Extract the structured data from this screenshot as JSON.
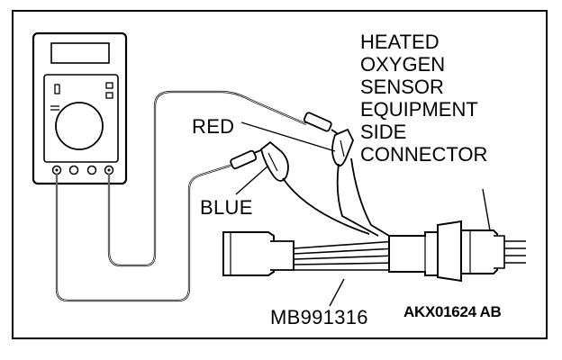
{
  "labels": {
    "sensor_lines": [
      "HEATED",
      "OXYGEN",
      "SENSOR",
      "EQUIPMENT",
      "SIDE",
      "CONNECTOR"
    ],
    "red_probe": "RED",
    "blue_probe": "BLUE",
    "harness_tool": "MB991316",
    "figure_code": "AKX01624 AB"
  },
  "icons": {
    "meter": "multimeter-icon",
    "probe": "probe-clip-icon",
    "connector": "connector-icon"
  },
  "colors": {
    "ink": "#000000",
    "paper": "#ffffff"
  }
}
